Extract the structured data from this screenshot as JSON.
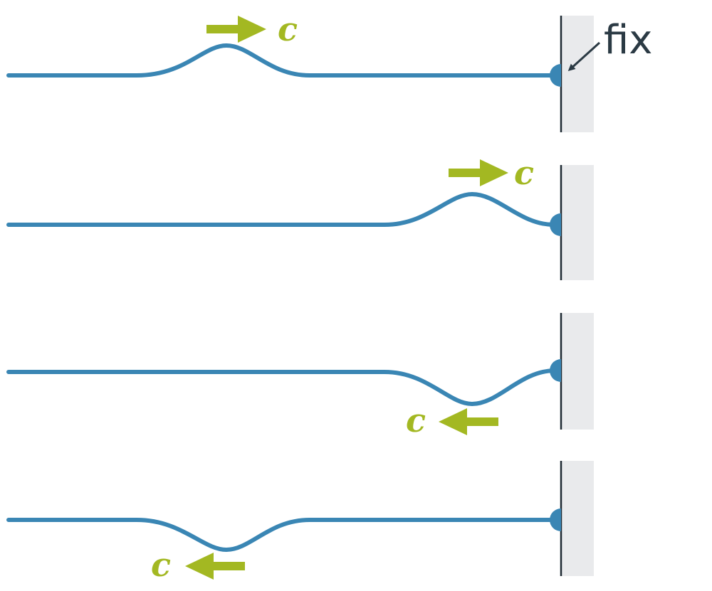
{
  "labels": {
    "speed": "c",
    "fixed_end": "fix"
  },
  "colors": {
    "rope": "#3a86b4",
    "arrow": "#a3b822",
    "wall": "#e9eaec",
    "text": "#2b3a44"
  },
  "panels": [
    {
      "pulse": "up",
      "pulse_position": "middle",
      "direction": "right"
    },
    {
      "pulse": "up",
      "pulse_position": "at-wall",
      "direction": "right"
    },
    {
      "pulse": "down",
      "pulse_position": "at-wall",
      "direction": "left"
    },
    {
      "pulse": "down",
      "pulse_position": "middle",
      "direction": "left"
    }
  ]
}
